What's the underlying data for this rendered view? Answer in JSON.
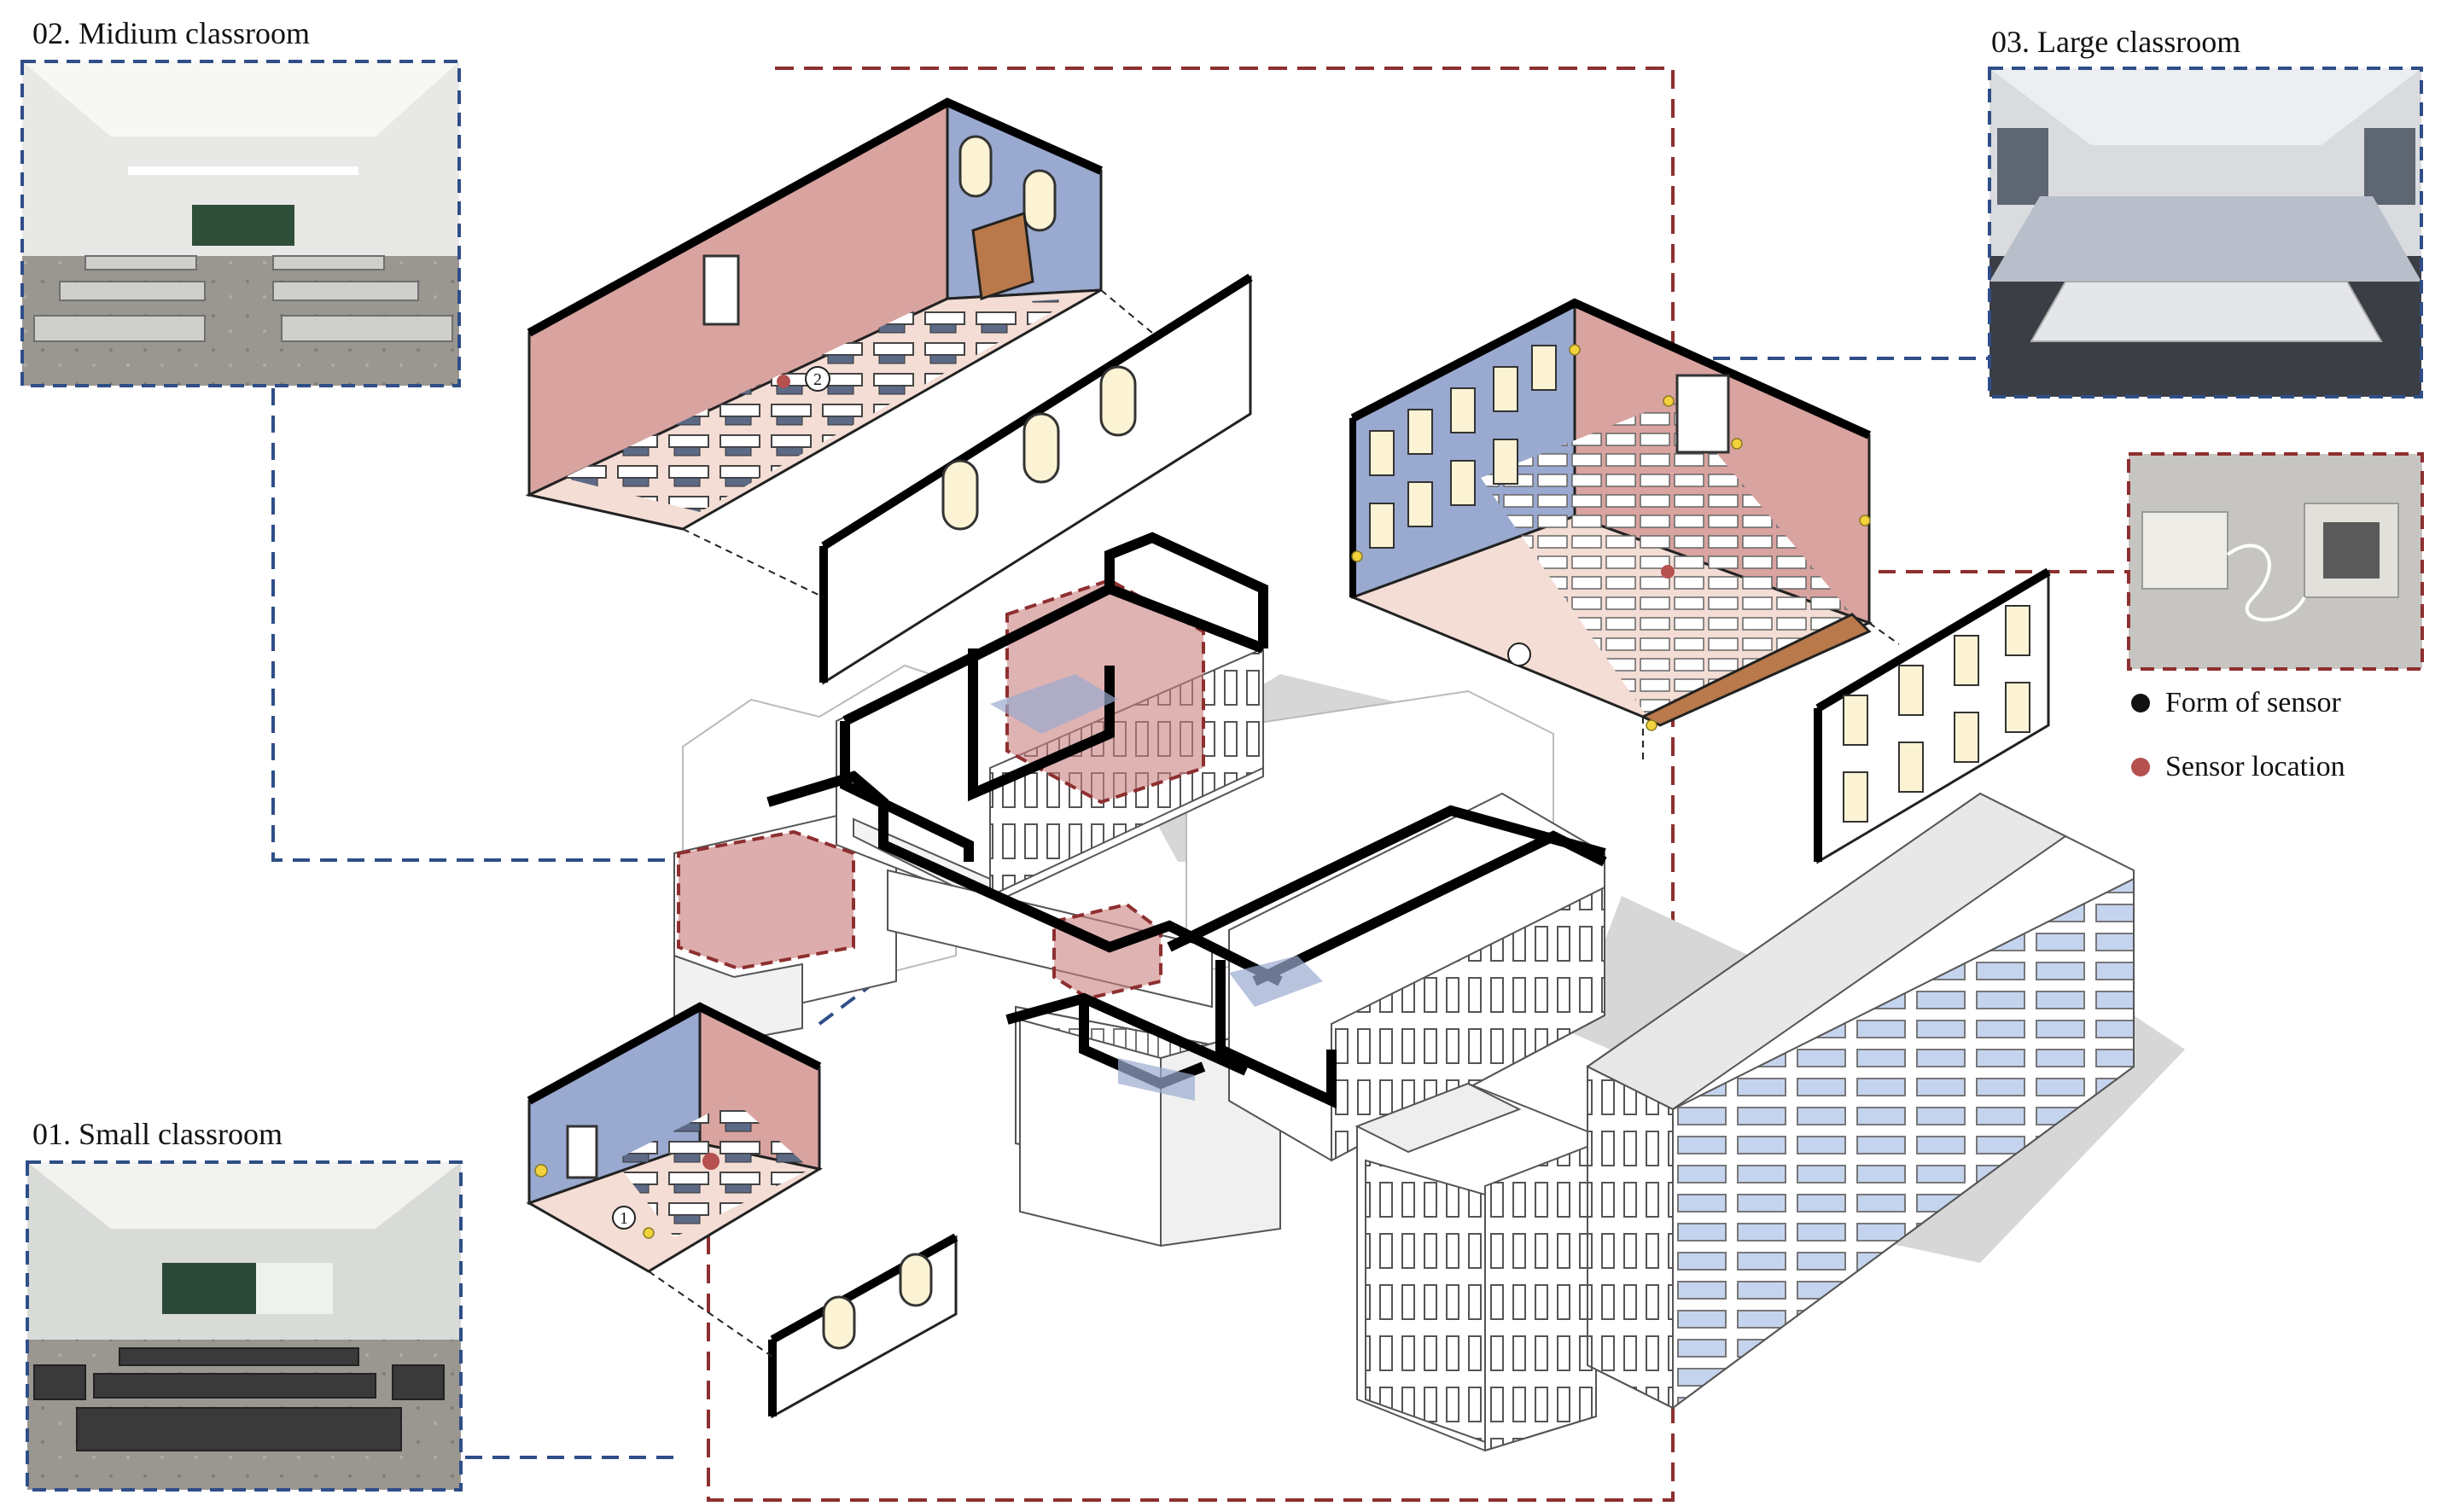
{
  "panels": {
    "small": {
      "label": "01. Small classroom"
    },
    "medium": {
      "label": "02. Midium classroom"
    },
    "large": {
      "label": "03. Large classroom"
    }
  },
  "legend": {
    "form_of_sensor": {
      "label": "Form of sensor",
      "color": "#111111"
    },
    "sensor_location": {
      "label": "Sensor location",
      "color": "#b5514f"
    }
  },
  "markers": {
    "m1": "1",
    "m2": "2"
  },
  "colors": {
    "blue_dash": "#2f4e88",
    "red_dash": "#8e2f2f",
    "wall_pink": "#d9a3a0",
    "wall_blue": "#9aa9cf",
    "floor": "#f3ddd5",
    "sensor_yellow": "#f2d23c"
  }
}
